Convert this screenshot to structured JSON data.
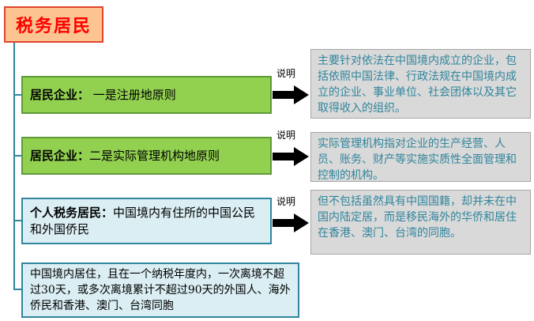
{
  "title": {
    "label": "税务居民"
  },
  "nodes": [
    {
      "bold": "居民企业：",
      "text": " 一是注册地原则",
      "style": "green"
    },
    {
      "bold": "居民企业：",
      "text": "二是实际管理机构地原则",
      "style": "green"
    },
    {
      "bold": "个人税务居民：",
      "text": "中国境内有住所的中国公民和外国侨民",
      "style": "blue"
    },
    {
      "bold": "",
      "text": "中国境内居住，且在一个纳税年度内，一次离境不超过30天，或多次离境累计不超过90天的外国人、海外侨民和香港、澳门、台湾同胞",
      "style": "blue"
    }
  ],
  "callouts": [
    {
      "label": "说明",
      "text": "主要针对依法在中国境内成立的企业，包括依照中国法律、行政法规在中国境内成立的企业、事业单位、社会团体以及其它取得收入的组织。"
    },
    {
      "label": "说明",
      "text": "实际管理机构指对企业的生产经营、人员、账务、财产等实施实质性全面管理和控制的机构。"
    },
    {
      "label": "说明",
      "text": "但不包括虽然具有中国国籍，却并未在中国内陆定居，而是移民海外的华侨和居住在香港、澳门、台湾的同胞。"
    }
  ],
  "colors": {
    "title_fill": "#FBC490",
    "title_border": "#E0442C",
    "title_text": "#FF0000",
    "green_fill": "#92D050",
    "green_border": "#5E9A38",
    "blue_fill": "#DAEEF3",
    "blue_border": "#31859C",
    "gray_fill": "#D9D9D9",
    "gray_border": "#A6A6A6",
    "explain_text": "#31859C",
    "connector": "#31859C",
    "arrow": "#000000"
  }
}
